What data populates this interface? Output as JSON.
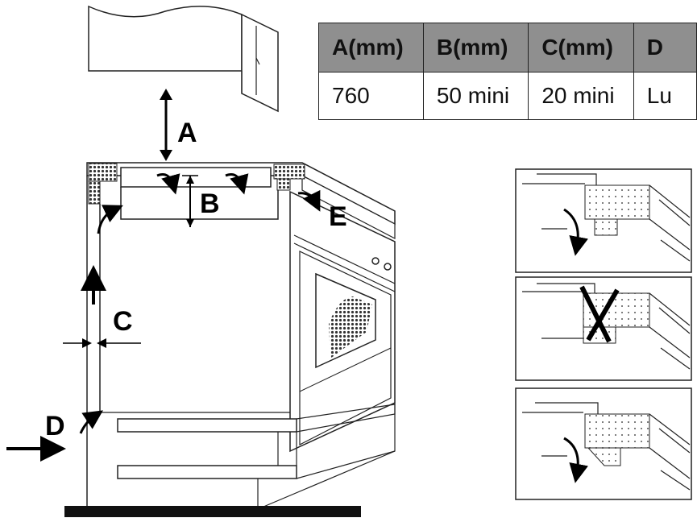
{
  "labels": {
    "a": "A",
    "b": "B",
    "c": "C",
    "d": "D",
    "e": "E"
  },
  "table": {
    "headers": [
      "A(mm)",
      "B(mm)",
      "C(mm)",
      "D"
    ],
    "rows": [
      [
        "760",
        "50 mini",
        "20 mini",
        "Lu"
      ]
    ]
  }
}
